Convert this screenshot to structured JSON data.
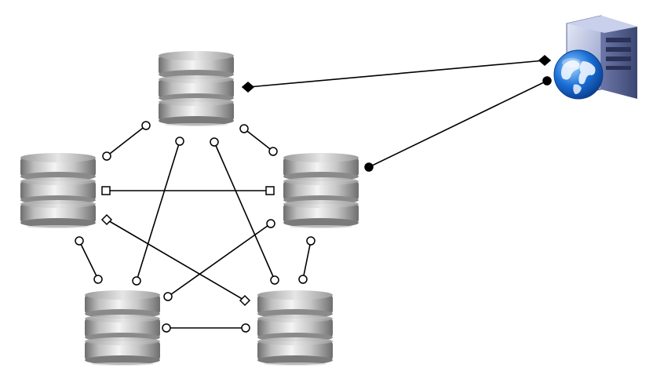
{
  "diagram": {
    "databases": [
      {
        "id": "db-top"
      },
      {
        "id": "db-left"
      },
      {
        "id": "db-right"
      },
      {
        "id": "db-bottom-left"
      },
      {
        "id": "db-bottom-right"
      }
    ],
    "server": {
      "id": "web-server",
      "icon": "server-globe-icon"
    },
    "connectors": [
      {
        "from": "db-top",
        "to": "web-server",
        "ends": [
          "diamond-filled",
          "diamond-filled"
        ]
      },
      {
        "from": "db-right",
        "to": "web-server",
        "ends": [
          "dot-filled",
          "dot-filled"
        ]
      },
      {
        "from": "db-top",
        "to": "db-left",
        "ends": [
          "circle-open",
          "circle-open"
        ]
      },
      {
        "from": "db-top",
        "to": "db-right",
        "ends": [
          "circle-open",
          "circle-open"
        ]
      },
      {
        "from": "db-top",
        "to": "db-bottom-left",
        "ends": [
          "circle-open",
          "circle-open"
        ]
      },
      {
        "from": "db-top",
        "to": "db-bottom-right",
        "ends": [
          "circle-open",
          "circle-open"
        ]
      },
      {
        "from": "db-left",
        "to": "db-right",
        "ends": [
          "square-open",
          "square-open"
        ]
      },
      {
        "from": "db-left",
        "to": "db-bottom-right",
        "ends": [
          "diamond-open",
          "diamond-open"
        ]
      },
      {
        "from": "db-left",
        "to": "db-bottom-left",
        "ends": [
          "circle-open",
          "circle-open"
        ]
      },
      {
        "from": "db-right",
        "to": "db-bottom-left",
        "ends": [
          "circle-open",
          "circle-open"
        ]
      },
      {
        "from": "db-right",
        "to": "db-bottom-right",
        "ends": [
          "circle-open",
          "circle-open"
        ]
      },
      {
        "from": "db-bottom-left",
        "to": "db-bottom-right",
        "ends": [
          "circle-open",
          "circle-open"
        ]
      }
    ],
    "colors": {
      "line": "#000000",
      "background": "#ffffff",
      "db_light": "#f4f4f4",
      "db_mid": "#bdbdbd",
      "db_dark": "#6e6e6e",
      "server_body": "#aab4d8",
      "globe": "#1a6fd6"
    }
  }
}
